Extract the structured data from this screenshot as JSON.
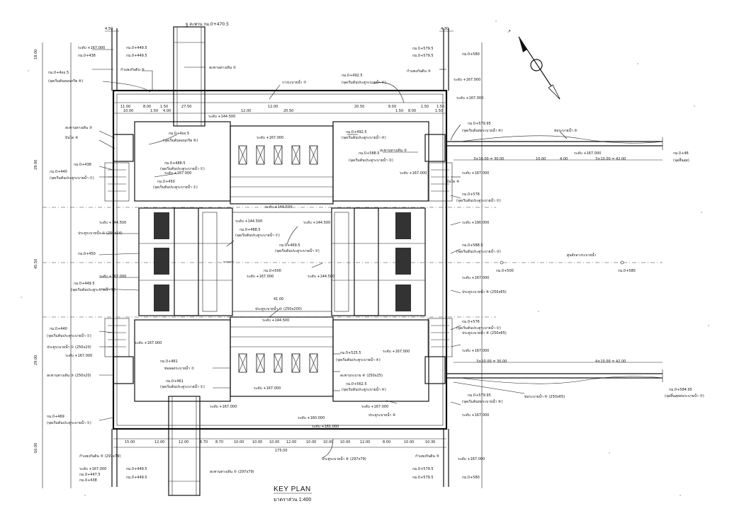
{
  "title": "KEY PLAN",
  "scale": "มาตราส่วน 1:400",
  "top_center_label": "ฐ สะพาน กม.0+470.5",
  "labels": {
    "left_top_1": "ระดับ +167.000",
    "left_top_2": "กม.0+438",
    "left_top_3": "กม.0+449.5",
    "left_top_4": "กม.0+449.5",
    "km_mark_1": "กม.0+4xx.5",
    "sta_mark_1": "(จุดเริ่มต้นคอนกรีต ⑥)",
    "gate_wall_left": "กำแพงกันดิน ⑤",
    "bridge_top": "สะพานทางเดิน ②",
    "canal_top": "รางระบายน้ำ ⑦",
    "km_top_mid": "กม.0+492.5",
    "km_top_mid_sub": "(จุดเริ่มต้นประตูระบายน้ำ ④)",
    "right_top_1": "กม.0+579.5",
    "right_top_2": "กม.0+579.5",
    "right_top_3": "กม.0+580",
    "gate_wall_right": "กำแพงกันดิน ⑤",
    "level_167": "ระดับ +167.000",
    "level_167b": "ระดับ +167.000",
    "walkway": "สะพานทางเดิน ③",
    "stair": "บันได ④",
    "left_km_1": "กม.0+440",
    "left_km_1_sub": "(จุดเริ่มต้นประตูระบายน้ำ ①)",
    "left_km_2": "กม.0+438",
    "gate_1": "ประตูระบายน้ำ ① (250x14)",
    "left_km_3": "กม.0+450",
    "left_km_4": "กม.0+449.5",
    "left_km_4_sub": "(จุดเริ่มต้นประตูระบายน้ำ ①)",
    "left_km_5": "กม.0+440",
    "left_km_5_sub": "(จุดเริ่มต้นประตูระบายน้ำ ①)",
    "gate_1b": "ประตูระบายน้ำ ① (250x20)",
    "bridge_left_b": "สะพานทางเดิน ③ (250x20)",
    "left_km_6": "กม.0+469",
    "left_km_6_sub": "(จุดเริ่มต้นประตูระบายน้ำ ①)",
    "mid_km_1": "กม.0+488.5",
    "mid_km_1_sub": "(จุดเริ่มต้นประตูระบายน้ำ ①)",
    "mid_km_2": "กม.0+469.5",
    "mid_km_2_sub": "(จุดเริ่มต้นประตูระบายน้ำ ②)",
    "mid_level_1": "ระดับ +144.500",
    "mid_level_2": "ระดับ +144.500",
    "mid_level_3": "ระดับ +167.000",
    "mid_level_4": "ระดับ +144.500",
    "mid_level_5": "ระดับ +144.500",
    "center_km": "กม.0+500",
    "gate_mid": "ประตูระบายน้ำ ① (250x200)",
    "right_km_1": "กม.0+579.95",
    "right_km_1_sub": "(จุดเริ่มต้นท่อระบายน้ำ ⑥)",
    "right_end_1": "กม.0+46",
    "right_end_1_sub": "(จุดสิ้นสุด)",
    "right_canal_label": "ท่อระบายน้ำ ⑥",
    "right_gate_1": "กม.0+578",
    "right_gate_1_sub": "(จุดเริ่มต้นประตูระบายน้ำ ②)",
    "right_gate_2": "กม.0+588.5",
    "right_gate_2_sub": "(จุดเริ่มต้นประตูระบายน้ำ ③)",
    "right_gate_3": "ประตูระบายน้ำ ⑥ (250x65)",
    "right_gate_4": "กม.0+576",
    "right_gate_4_sub": "(จุดเริ่มต้นประตูระบายน้ำ ②)",
    "right_level": "ระดับ +190.000",
    "centerline": "ศูนย์กลางระบายน้ำ",
    "km_line_1": "กม.0+500",
    "km_line_2": "กม.0+580",
    "bot_left_1": "กม.0+440",
    "bot_left_1_sub": "(จุดเริ่มต้นประตูระบายน้ำ ①)",
    "bot_left_2": "ประตูระบายน้ำ ① (250x20)",
    "bot_left_3": "สะพานทางเดิน ③ (250x20)",
    "bot_left_4": "กม.0+469",
    "bot_left_4_sub": "(จุดเริ่มต้นประตูระบายน้ำ ①)",
    "bot_mid_1": "ท่อลอดระบายน้ำ ①",
    "bot_mid_2": "กม.0+461",
    "bot_mid_2_sub": "(จุดเริ่มต้นประตูระบายน้ำ ①)",
    "bot_mid_3": "กม.0+525.5",
    "bot_mid_3_sub": "(จุดเริ่มต้นประตูระบายน้ำ ④)",
    "bot_mid_4": "ระดับ +167.000",
    "bot_mid_5": "กม.0+562.5",
    "bot_mid_5_sub": "(จุดเริ่มต้นประตูระบายน้ำ ④)",
    "bot_mid_6": "สะพานระบาย ④ (250x25)",
    "bot_right_1": "กม.0+579.95",
    "bot_right_1_sub": "(จุดเริ่มต้นท่อระบายน้ำ ⑥)",
    "bot_right_2": "กม.0+584.95",
    "bot_right_2_sub": "(จุดสิ้นสุดท่อระบายน้ำ ⑦)",
    "bot_right_3": "ท่อระบายน้ำ ⑥ (250x65)",
    "bot_right_4": "ประตูระบายน้ำ ⑥ (250x65)",
    "bot_right_5": "ประตูระบายน้ำ ④",
    "bot_level_1": "ระดับ +167.000",
    "bot_level_2": "ระดับ +167.000",
    "bot_level_3": "ระดับ +160.000",
    "bot_level_4": "ระดับ +161.000",
    "bot_gate_6": "ประตูระบายน้ำ ⑥ (297x79)",
    "bot_bridge": "สะพานทางเดิน ② (297x79)",
    "bot_wall_l": "กำแพงกันดิน ⑤ (297x79)",
    "bot_wall_r": "กำแพงกันดิน ⑤",
    "bot_km_l1": "ระดับ +167.000",
    "bot_km_l2": "กม.0+447.5",
    "bot_km_l3": "กม.0+438",
    "bot_km_r1": "ระดับ +167.000",
    "bot_km_r2": "กม.0+579.5",
    "bot_km_r3": "กม.0+579.5"
  },
  "dims": {
    "top_1": "4.50",
    "top_2": "4.30",
    "row_a": [
      "11.00",
      "8.00",
      "1.50",
      "27.50",
      "12.00",
      "20.50",
      "8.00",
      "1.50",
      "1.50"
    ],
    "row_b": [
      "10.00",
      "1.50",
      "4.00",
      "12.00",
      "20.50",
      "1.50",
      "8.00",
      "1.50"
    ],
    "bot_row": [
      "15.00",
      "12.00",
      "12.00",
      "6.70",
      "8.70",
      "10.00",
      "10.00",
      "10.00",
      "12.00",
      "10.00",
      "10.00",
      "10.00",
      "12.00",
      "8.00",
      "10.00",
      "10.30"
    ],
    "bot_total": "175.00",
    "mid_span": "41.00",
    "left_vert": [
      "18.00",
      "29.00",
      "45.50",
      "29.00",
      "16.00"
    ],
    "right_dims_a": [
      "3×10.00 = 30.00",
      "10.00",
      "4.00",
      "3×10.00 = 42.00"
    ],
    "right_dims_b": [
      "3×10.00 = 30.00",
      "4×10.00 = 42.00"
    ]
  }
}
